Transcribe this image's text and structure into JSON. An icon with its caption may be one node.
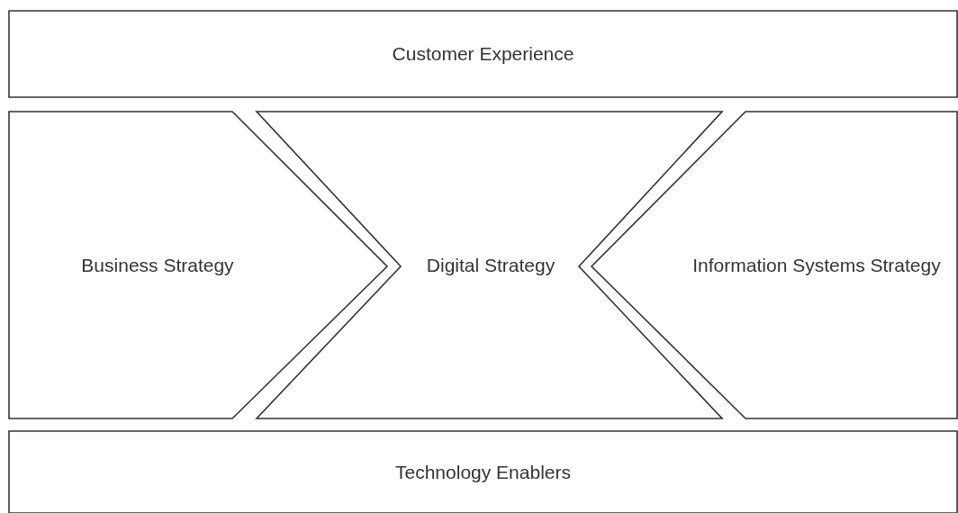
{
  "diagram": {
    "nodes": [
      {
        "text": [
          "Customer Experience"
        ]
      },
      {
        "text": [
          "Business Strategy"
        ]
      },
      {
        "text": [
          "Digital Strategy"
        ]
      },
      {
        "text": [
          "Information Systems Strategy"
        ]
      },
      {
        "text": [
          "Technology Enablers"
        ]
      }
    ],
    "edges": []
  }
}
